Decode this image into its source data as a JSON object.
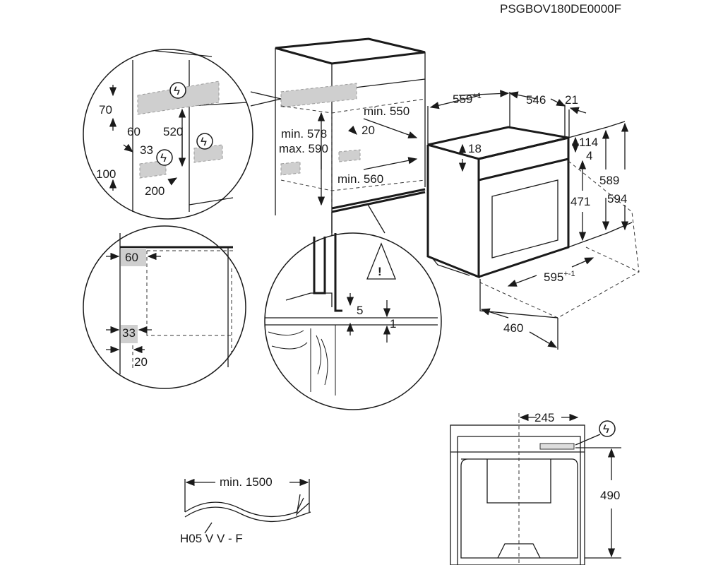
{
  "model_code": "PSGBOV180DE0000F",
  "detail_top_left": {
    "d70": "70",
    "d60": "60",
    "d520": "520",
    "d33": "33",
    "d100": "100",
    "d200": "200"
  },
  "cabinet": {
    "min578": "min. 578",
    "max590": "max. 590",
    "min550": "min. 550",
    "d20": "20",
    "min560": "min. 560"
  },
  "oven": {
    "w559": "559",
    "w559_tol": "+1",
    "d546": "546",
    "d21": "21",
    "h114": "114",
    "h18": "18",
    "h4": "4",
    "h471": "471",
    "h589": "589",
    "h594": "594",
    "w595": "595",
    "w595_tol": "+-1",
    "d460": "460"
  },
  "detail_bottom_left": {
    "d60": "60",
    "d33": "33",
    "d20": "20"
  },
  "detail_warning": {
    "d5": "5",
    "d1": "1"
  },
  "rear_view": {
    "d245": "245",
    "d490": "490"
  },
  "cable": {
    "min_length": "min. 1500",
    "type": "H05 V V - F"
  }
}
